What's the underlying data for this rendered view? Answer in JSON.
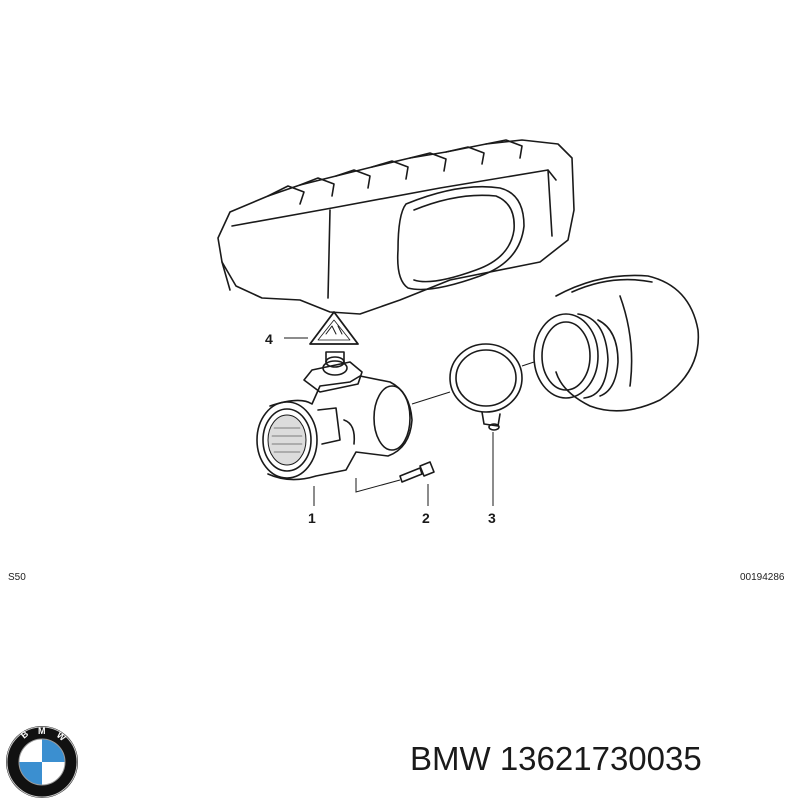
{
  "diagram": {
    "callouts": {
      "c1": "1",
      "c2": "2",
      "c3": "3",
      "c4": "4"
    },
    "engine_code": "S50",
    "drawing_number": "00194286"
  },
  "logo": {
    "lettering": "BMW",
    "colors": {
      "blue": "#3b8fd0",
      "white": "#ffffff",
      "ring": "#111111"
    }
  },
  "caption": {
    "brand": "BMW",
    "part_number": "13621730035"
  }
}
